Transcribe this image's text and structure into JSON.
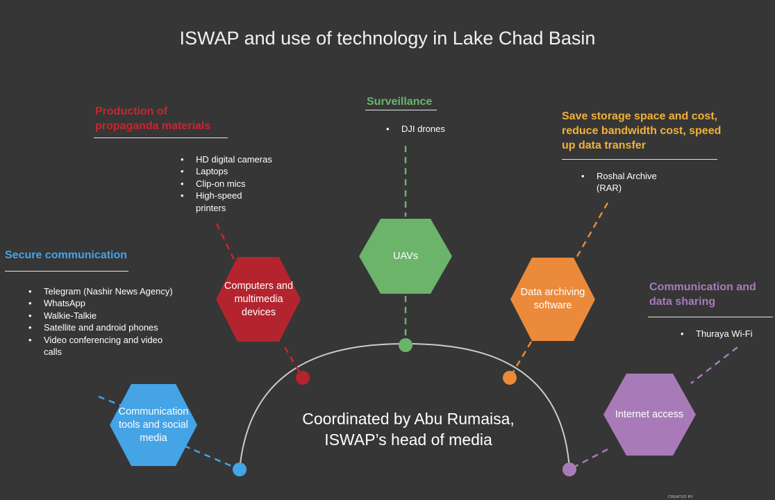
{
  "title": "ISWAP and use of technology in Lake Chad Basin",
  "center_text": "Coordinated by Abu Rumaisa, ISWAP’s head of media",
  "credit": "CREATED BY",
  "colors": {
    "background": "#363636",
    "communication_tools": "#45a4e6",
    "computers": "#b3242f",
    "uavs": "#6bb46a",
    "data_archiving": "#eb8a3a",
    "internet": "#a87bb8",
    "arc": "#cccccc"
  },
  "nodes": [
    {
      "id": "communication_tools",
      "hex_label": "Communication tools and social media",
      "category": "Secure communication",
      "category_color": "#45a4e6",
      "items": [
        "Telegram (Nashir News Agency)",
        "WhatsApp",
        "Walkie-Talkie",
        "Satellite and android phones",
        "Video conferencing and video calls"
      ]
    },
    {
      "id": "computers",
      "hex_label": "Computers and multimedia devices",
      "category": "Production of propaganda materials",
      "category_color": "#c8262e",
      "items": [
        "HD digital cameras",
        "Laptops",
        "Clip-on mics",
        "High-speed printers"
      ]
    },
    {
      "id": "uavs",
      "hex_label": "UAVs",
      "category": "Surveillance",
      "category_color": "#6bb46a",
      "items": [
        "DJI drones"
      ]
    },
    {
      "id": "data_archiving",
      "hex_label": "Data archiving software",
      "category": "Save storage space and cost, reduce bandwidth cost, speed up data transfer",
      "category_color": "#f0b23a",
      "items": [
        "Roshal Archive (RAR)"
      ]
    },
    {
      "id": "internet",
      "hex_label": "Internet access",
      "category": "Communication and data sharing",
      "category_color": "#a87bb8",
      "items": [
        "Thuraya Wi-Fi"
      ]
    }
  ]
}
